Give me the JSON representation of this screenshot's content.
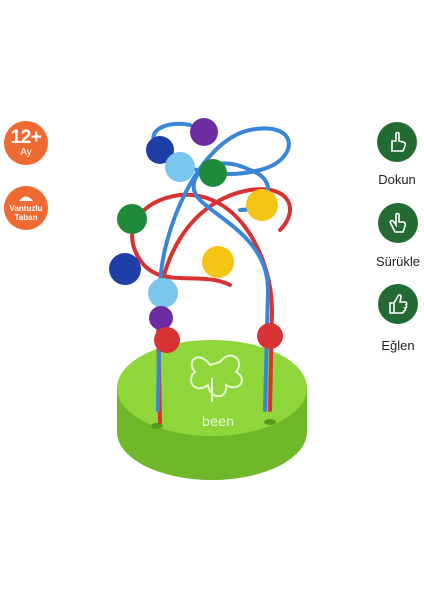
{
  "badges": {
    "age": {
      "value": "12+",
      "unit": "Ay"
    },
    "base": {
      "line1": "Vantuzlu",
      "line2": "Taban",
      "icon": "suction-cup-icon"
    }
  },
  "actions": [
    {
      "label": "Dokun",
      "icon": "touch-hand-icon"
    },
    {
      "label": "Sürükle",
      "icon": "drag-hand-icon"
    },
    {
      "label": "Eğlen",
      "icon": "thumbs-up-icon"
    }
  ],
  "product": {
    "brand": "been",
    "colors": {
      "base": "#8fd63a",
      "accent": "#ef6a32",
      "icon_bg": "#236a33"
    }
  }
}
